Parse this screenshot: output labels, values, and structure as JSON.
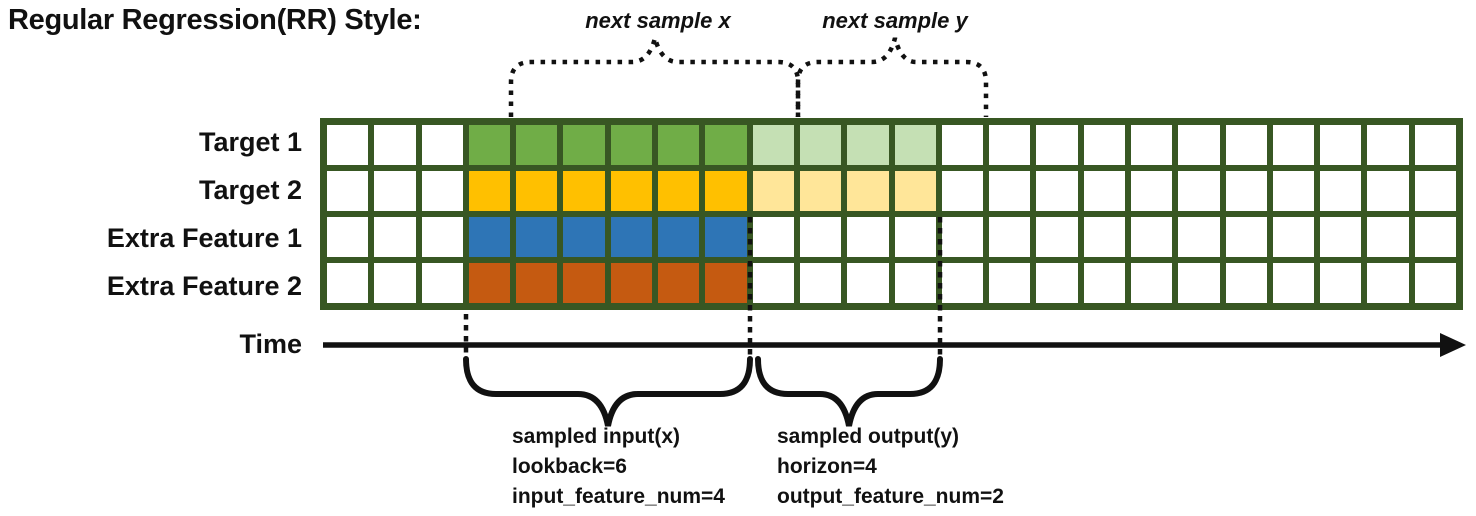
{
  "title": "Regular Regression(RR) Style:",
  "colors": {
    "grid_line": "#385723",
    "empty": "#FFFFFF",
    "input_green": "#70AD47",
    "output_green": "#C5E0B4",
    "input_yellow": "#FFC000",
    "output_yellow": "#FFE699",
    "input_blue": "#2E75B6",
    "input_orange": "#C55A11",
    "ink": "#111111"
  },
  "grid": {
    "total_columns": 24,
    "lead_empty_columns": 3,
    "lookback": 6,
    "horizon": 4,
    "rows": [
      {
        "label": "Target 1",
        "segments": [
          {
            "count": 3,
            "fill": "empty"
          },
          {
            "count": 6,
            "fill": "input_green"
          },
          {
            "count": 4,
            "fill": "output_green"
          },
          {
            "count": 11,
            "fill": "empty"
          }
        ]
      },
      {
        "label": "Target 2",
        "segments": [
          {
            "count": 3,
            "fill": "empty"
          },
          {
            "count": 6,
            "fill": "input_yellow"
          },
          {
            "count": 4,
            "fill": "output_yellow"
          },
          {
            "count": 11,
            "fill": "empty"
          }
        ]
      },
      {
        "label": "Extra Feature 1",
        "segments": [
          {
            "count": 3,
            "fill": "empty"
          },
          {
            "count": 6,
            "fill": "input_blue"
          },
          {
            "count": 15,
            "fill": "empty"
          }
        ]
      },
      {
        "label": "Extra Feature 2",
        "segments": [
          {
            "count": 3,
            "fill": "empty"
          },
          {
            "count": 6,
            "fill": "input_orange"
          },
          {
            "count": 15,
            "fill": "empty"
          }
        ]
      }
    ]
  },
  "annotations": {
    "next_sample_x": "next sample x",
    "next_sample_y": "next sample y",
    "time_label": "Time",
    "input_block": {
      "line1": "sampled input(x)",
      "line2": "lookback=6",
      "line3": "input_feature_num=4"
    },
    "output_block": {
      "line1": "sampled output(y)",
      "line2": "horizon=4",
      "line3": "output_feature_num=2"
    }
  }
}
